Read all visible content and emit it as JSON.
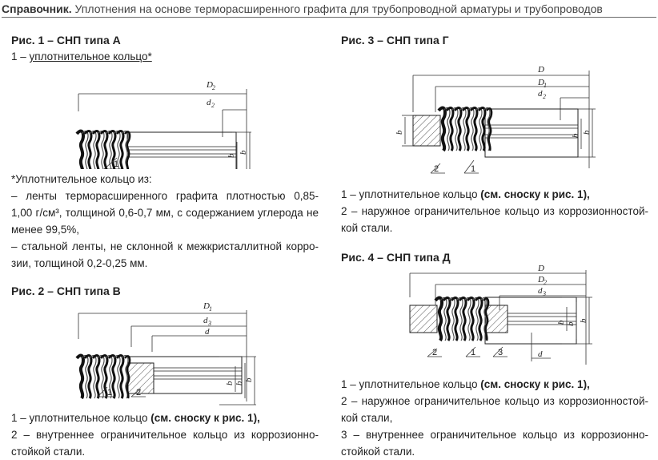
{
  "header": {
    "prefix": "Справочник.",
    "title": "Уплотнения на основе терморасширенного графита для трубопроводной арматуры и трубопроводов"
  },
  "fig1": {
    "title": "Рис. 1 – СНП типа А",
    "item1": "1 – ",
    "item1_u": "уплотнительное кольцо*",
    "labels": {
      "D2": "D",
      "D2sub": "2",
      "d2": "d",
      "d2sub": "2",
      "b2": "b",
      "b2sub": "2",
      "b": "b",
      "p1": "1"
    },
    "note": [
      "*Уплотнительное кольцо из:",
      "– ленты терморасширенного графита плотностью 0,85-",
      "1,00 г/см³, толщиной 0,6-0,7 мм, с содержанием углерода не",
      "менее 99,5%,",
      "– стальной ленты, не склонной к межкристаллитной корро-",
      "зии, толщиной 0,2-0,25 мм."
    ]
  },
  "fig2": {
    "title": "Рис. 2 – СНП типа В",
    "labels": {
      "D1": "D",
      "D1sub": "1",
      "d3": "d",
      "d3sub": "3",
      "d": "d",
      "b1": "b",
      "b1sub": "1",
      "b2": "b",
      "b2sub": "2",
      "b": "b",
      "p1": "1",
      "p2": "2"
    },
    "legend": [
      {
        "text": "1 – уплотнительное кольцо ",
        "bold": "(см. сноску к рис. 1),"
      },
      {
        "text": "2 – внутреннее ограничительное кольцо из коррозионно-",
        "bold": ""
      },
      {
        "text": "стойкой стали.",
        "bold": ""
      }
    ]
  },
  "fig3": {
    "title": "Рис. 3 – СНП типа Г",
    "labels": {
      "D": "D",
      "D1": "D",
      "D1sub": "1",
      "d2": "d",
      "d2sub": "2",
      "b1": "b",
      "b1sub": "1",
      "b2": "b",
      "b2sub": "2",
      "b": "b",
      "p1": "1",
      "p2": "2"
    },
    "legend": [
      {
        "text": "1 – уплотнительное кольцо ",
        "bold": "(см. сноску к рис. 1),"
      },
      {
        "text": "2 – наружное ограничительное кольцо из коррозионностой-",
        "bold": ""
      },
      {
        "text": "кой стали.",
        "bold": ""
      }
    ]
  },
  "fig4": {
    "title": "Рис. 4 – СНП типа Д",
    "labels": {
      "D": "D",
      "D2": "D",
      "D2sub": "2",
      "d3": "d",
      "d3sub": "3",
      "b1": "b",
      "b1sub": "1",
      "b2": "b",
      "b2sub": "2",
      "b": "b",
      "p1": "1",
      "p2": "2",
      "p3": "3",
      "d": "d"
    },
    "legend": [
      {
        "text": "1 – уплотнительное кольцо ",
        "bold": "(см. сноску к рис. 1),"
      },
      {
        "text": "2 – наружное ограничительное кольцо из коррозионностой-",
        "bold": ""
      },
      {
        "text": "кой стали,",
        "bold": ""
      },
      {
        "text": "3 – внутреннее ограничительное кольцо из коррозионно-",
        "bold": ""
      },
      {
        "text": "стойкой стали.",
        "bold": ""
      }
    ]
  }
}
